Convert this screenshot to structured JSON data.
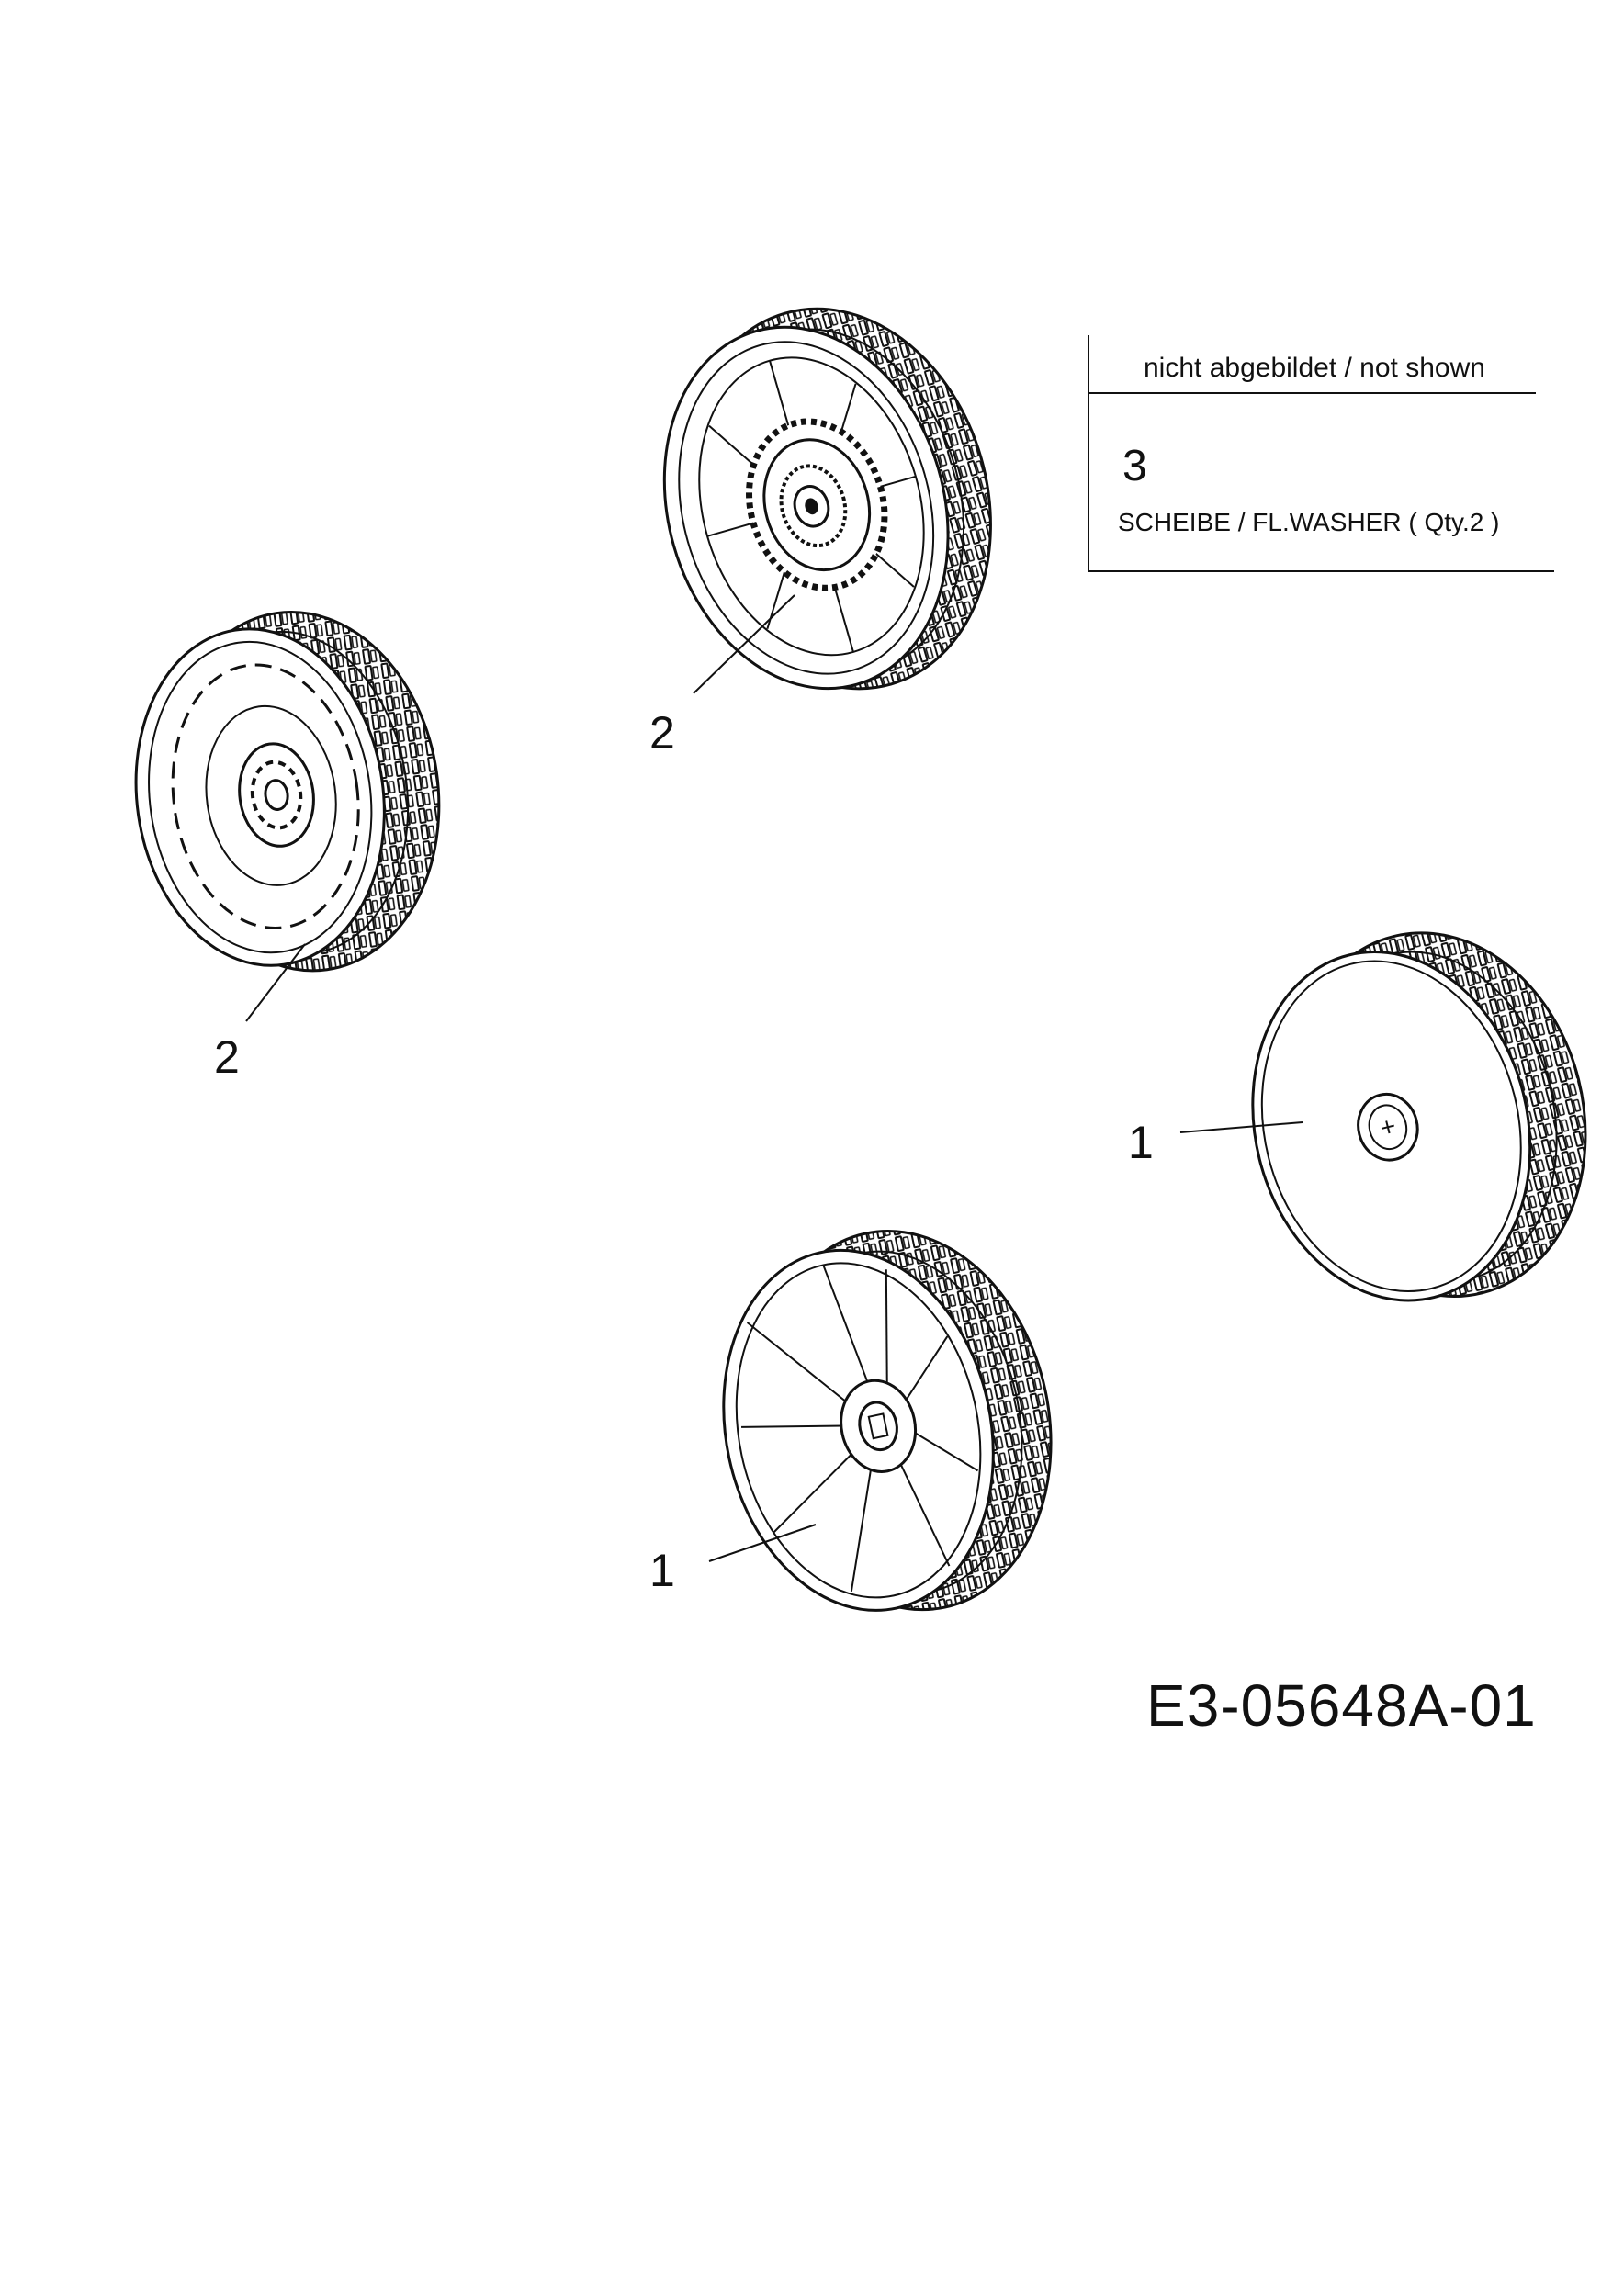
{
  "not_shown_box": {
    "title": "nicht abgebildet / not shown",
    "part_number": "3",
    "description": "SCHEIBE / FL.WASHER ( Qty.2 )"
  },
  "callouts": {
    "top_wheel": "2",
    "left_wheel": "2",
    "right_wheel": "1",
    "bottom_wheel": "1"
  },
  "drawing_code": "E3-05648A-01"
}
